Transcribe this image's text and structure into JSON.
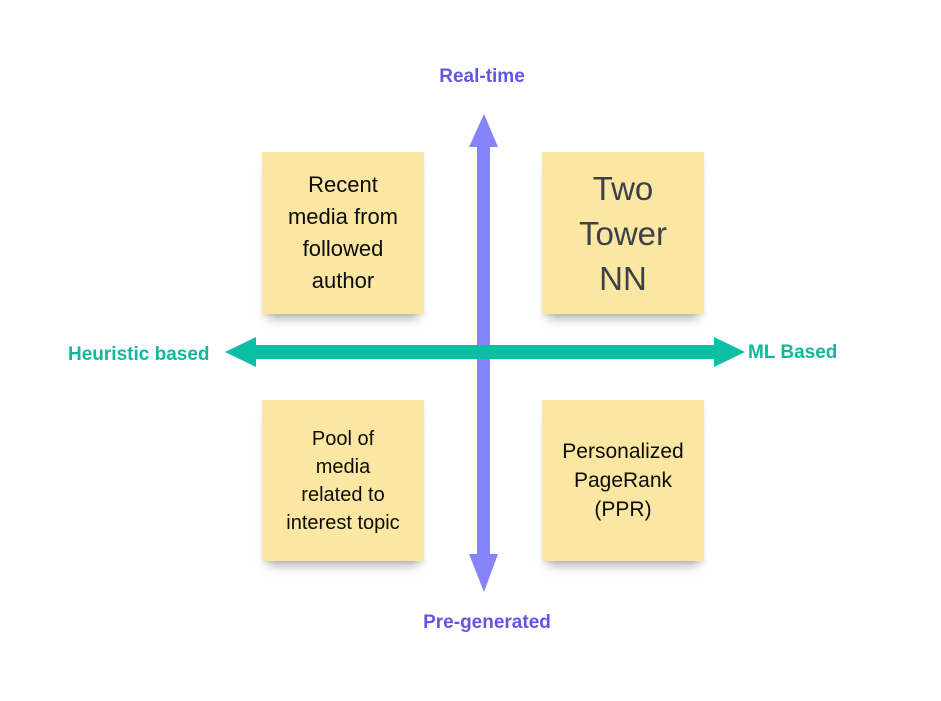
{
  "diagram": {
    "vertical_axis": {
      "top_label": "Real-time",
      "bottom_label": "Pre-generated"
    },
    "horizontal_axis": {
      "left_label": "Heuristic based",
      "right_label": "ML Based"
    },
    "notes": {
      "top_left": "Recent\nmedia from\nfollowed\nauthor",
      "top_right": "Two\nTower\nNN",
      "bottom_left": "Pool of\nmedia\nrelated to\ninterest topic",
      "bottom_right": "Personalized\nPageRank\n(PPR)"
    }
  },
  "colors": {
    "background": "#FFFFFF",
    "vertical_arrow": "#8583F8",
    "vertical_label": "#6156E8",
    "horizontal_arrow": "#0BBEA4",
    "horizontal_label": "#0EB79D",
    "note_fill": "#FBE7A1",
    "note_text": "#0B0B0B",
    "note_text_top_right": "#3C4149"
  }
}
